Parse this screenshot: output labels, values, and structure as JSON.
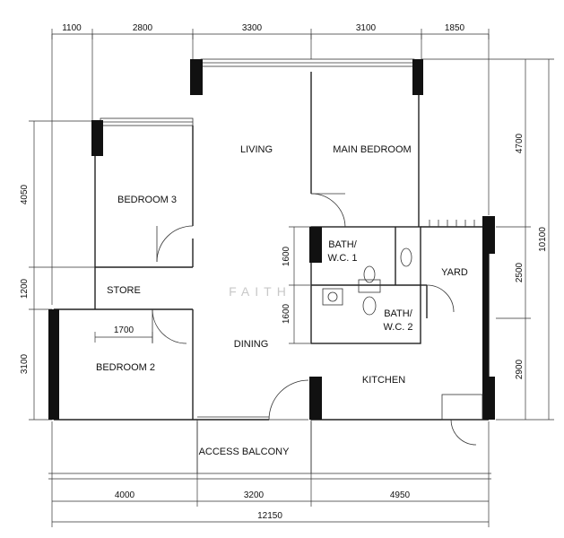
{
  "rooms": {
    "living": "LIVING",
    "main_bedroom": "MAIN BEDROOM",
    "bedroom3": "BEDROOM 3",
    "store": "STORE",
    "bedroom2": "BEDROOM 2",
    "dining": "DINING",
    "bath1_line1": "BATH/",
    "bath1_line2": "W.C. 1",
    "bath2_line1": "BATH/",
    "bath2_line2": "W.C. 2",
    "yard": "YARD",
    "kitchen": "KITCHEN",
    "access_balcony": "ACCESS BALCONY"
  },
  "dims_top": [
    "1100",
    "2800",
    "3300",
    "3100",
    "1850"
  ],
  "dims_bottom": [
    "4000",
    "3200",
    "4950"
  ],
  "dim_total_bottom": "12150",
  "dims_left": [
    "4050",
    "1200",
    "3100"
  ],
  "dims_mid_left": [
    "1600",
    "1600"
  ],
  "dims_right": [
    "4700",
    "2500",
    "2900"
  ],
  "dim_total_right": "10100",
  "dim_store": "1700",
  "watermark": "FAITH"
}
